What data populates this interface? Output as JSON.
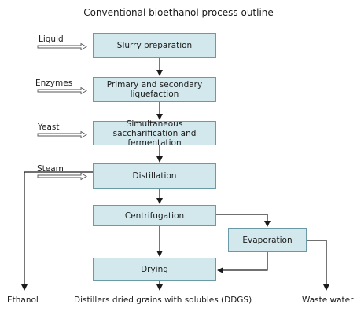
{
  "title": "Conventional bioethanol process outline",
  "boxes": {
    "slurry": "Slurry preparation",
    "liquefaction": "Primary and secondary liquefaction",
    "saccharification": "Simultaneous saccharification and fermentation",
    "distillation": "Distillation",
    "centrifugation": "Centrifugation",
    "evaporation": "Evaporation",
    "drying": "Drying"
  },
  "inputs": {
    "liquid": "Liquid",
    "enzymes": "Enzymes",
    "yeast": "Yeast",
    "steam": "Steam"
  },
  "outputs": {
    "ethanol": "Ethanol",
    "ddgs": "Distillers dried grains with solubles (DDGS)",
    "waste_water": "Waste water"
  },
  "colors": {
    "box_fill": "#d2e8ed",
    "box_border": "#6a9aa6",
    "line": "#1a1a1a"
  }
}
